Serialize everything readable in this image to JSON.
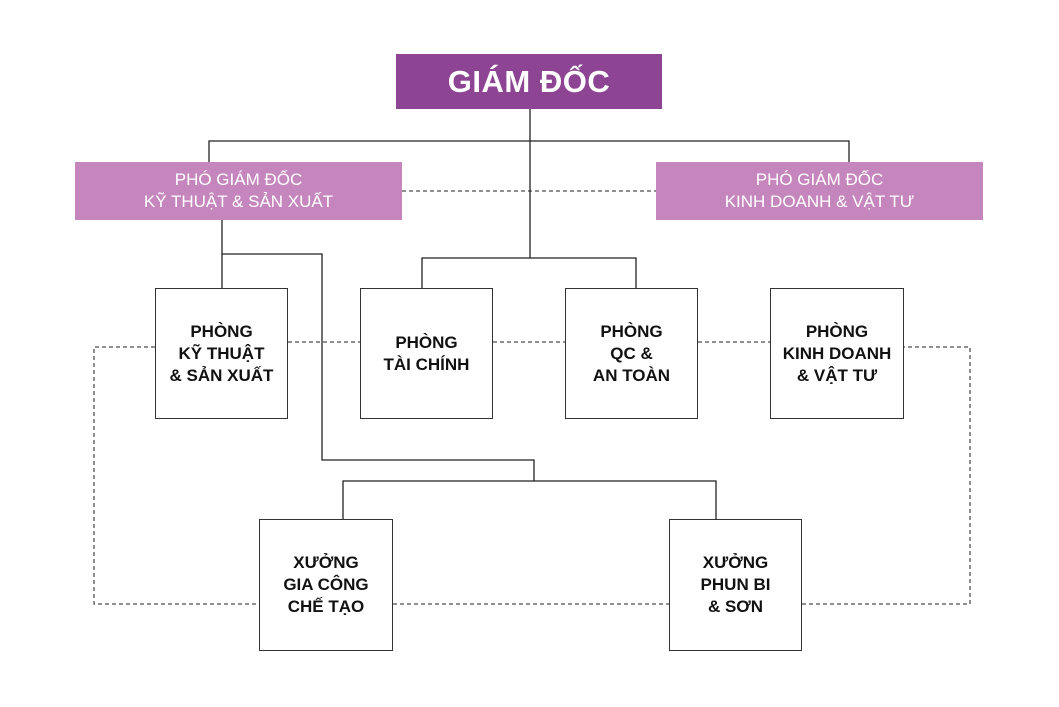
{
  "chart_data": {
    "type": "org-chart",
    "nodes": [
      {
        "id": "director",
        "label": "GIÁM ĐỐC"
      },
      {
        "id": "deputy_tech",
        "label": "PHÓ GIÁM ĐỐC\nKỸ THUẬT & SẢN XUẤT"
      },
      {
        "id": "deputy_business",
        "label": "PHÓ GIÁM ĐỐC\nKINH DOANH & VẬT TƯ"
      },
      {
        "id": "dept_tech",
        "label": "PHÒNG\nKỸ THUẬT\n& SẢN XUẤT"
      },
      {
        "id": "dept_finance",
        "label": "PHÒNG\nTÀI CHÍNH"
      },
      {
        "id": "dept_qc",
        "label": "PHÒNG\nQC &\nAN TOÀN"
      },
      {
        "id": "dept_business",
        "label": "PHÒNG\nKINH DOANH\n& VẬT TƯ"
      },
      {
        "id": "workshop_fab",
        "label": "XƯỞNG\nGIA CÔNG\nCHẾ TẠO"
      },
      {
        "id": "workshop_blast",
        "label": "XƯỞNG\nPHUN BI\n& SƠN"
      }
    ],
    "edges": [
      {
        "from": "director",
        "to": "deputy_tech",
        "style": "solid"
      },
      {
        "from": "director",
        "to": "deputy_business",
        "style": "solid"
      },
      {
        "from": "director",
        "to": "dept_finance",
        "style": "solid"
      },
      {
        "from": "director",
        "to": "dept_qc",
        "style": "solid"
      },
      {
        "from": "deputy_tech",
        "to": "dept_tech",
        "style": "solid"
      },
      {
        "from": "deputy_tech",
        "to": "workshop_fab",
        "style": "solid"
      },
      {
        "from": "deputy_tech",
        "to": "workshop_blast",
        "style": "solid"
      },
      {
        "from": "deputy_tech",
        "to": "deputy_business",
        "style": "dashed"
      },
      {
        "from": "dept_tech",
        "to": "dept_finance",
        "style": "dashed"
      },
      {
        "from": "dept_finance",
        "to": "dept_qc",
        "style": "dashed"
      },
      {
        "from": "dept_qc",
        "to": "dept_business",
        "style": "dashed"
      },
      {
        "from": "workshop_fab",
        "to": "workshop_blast",
        "style": "dashed"
      },
      {
        "from": "dept_tech",
        "to": "workshop_fab",
        "style": "dashed"
      },
      {
        "from": "dept_business",
        "to": "workshop_blast",
        "style": "dashed"
      }
    ]
  },
  "colors": {
    "director_fill": "#8d4593",
    "deputy_fill": "#c586bd",
    "line": "#222222"
  }
}
